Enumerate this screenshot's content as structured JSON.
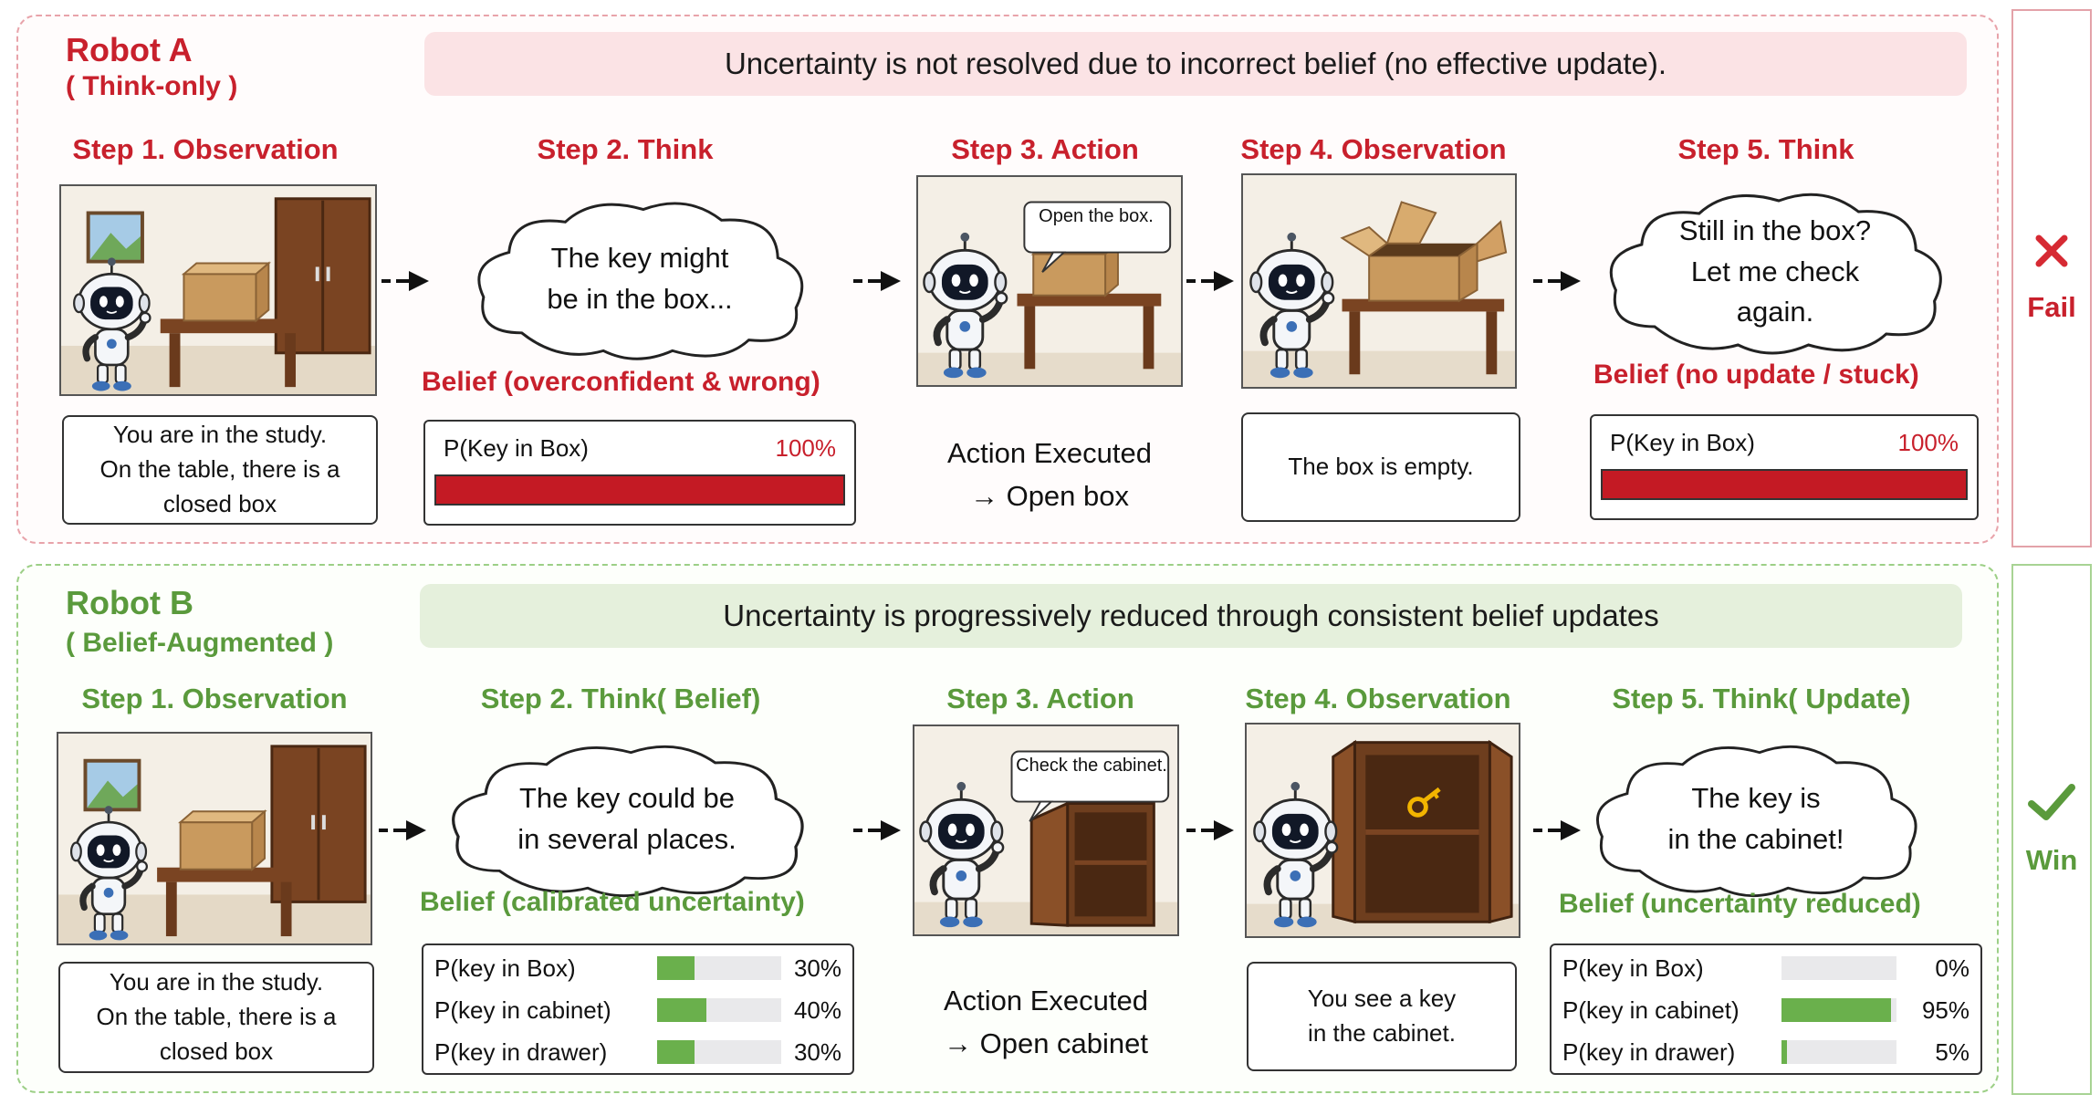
{
  "robot_a": {
    "title": "Robot A",
    "subtitle": "( Think-only )",
    "banner": "Uncertainty is not resolved due to incorrect belief (no effective update).",
    "outcome": "Fail",
    "outcome_icon": "cross-icon",
    "color": "#c8202c",
    "steps": [
      {
        "label": "Step 1. Observation",
        "text": [
          "You are in the study.",
          "On the table, there is a",
          "closed box"
        ]
      },
      {
        "label": "Step 2. Think",
        "bubble": [
          "The key might",
          "be in the box..."
        ],
        "belief_label": "Belief (overconfident & wrong)",
        "belief": {
          "name": "P(Key in Box)",
          "value": "100%",
          "fraction": 1.0
        }
      },
      {
        "label": "Step 3. Action",
        "speech": "Open the box.",
        "action": [
          "Action Executed",
          "→ Open box"
        ]
      },
      {
        "label": "Step 4. Observation",
        "text": [
          "The box is empty."
        ]
      },
      {
        "label": "Step 5. Think",
        "bubble": [
          "Still in the box?",
          "Let me check",
          "again."
        ],
        "belief_label": "Belief (no update / stuck)",
        "belief": {
          "name": "P(Key in Box)",
          "value": "100%",
          "fraction": 1.0
        }
      }
    ]
  },
  "robot_b": {
    "title": "Robot B",
    "subtitle": "( Belief-Augmented )",
    "banner": "Uncertainty is progressively reduced through consistent belief updates",
    "outcome": "Win",
    "outcome_icon": "check-icon",
    "color": "#5a9a3c",
    "steps": [
      {
        "label": "Step 1. Observation",
        "text": [
          "You are in the study.",
          "On the table, there is a",
          "closed box"
        ]
      },
      {
        "label": "Step 2. Think( Belief)",
        "bubble": [
          "The key could be",
          "in several places."
        ],
        "belief_label": "Belief (calibrated uncertainty)",
        "beliefs": [
          {
            "name": "P(key in Box)",
            "value": "30%",
            "fraction": 0.3
          },
          {
            "name": "P(key in cabinet)",
            "value": "40%",
            "fraction": 0.4
          },
          {
            "name": "P(key in drawer)",
            "value": "30%",
            "fraction": 0.3
          }
        ]
      },
      {
        "label": "Step 3. Action",
        "speech": "Check the cabinet.",
        "action": [
          "Action Executed",
          "→ Open cabinet"
        ]
      },
      {
        "label": "Step 4. Observation",
        "text": [
          "You see a key",
          "in the cabinet."
        ]
      },
      {
        "label": "Step 5. Think( Update)",
        "bubble": [
          "The key is",
          "in the cabinet!"
        ],
        "belief_label": "Belief (uncertainty reduced)",
        "beliefs": [
          {
            "name": "P(key in Box)",
            "value": "0%",
            "fraction": 0.0
          },
          {
            "name": "P(key in cabinet)",
            "value": "95%",
            "fraction": 0.95
          },
          {
            "name": "P(key in drawer)",
            "value": "5%",
            "fraction": 0.05
          }
        ]
      }
    ]
  }
}
